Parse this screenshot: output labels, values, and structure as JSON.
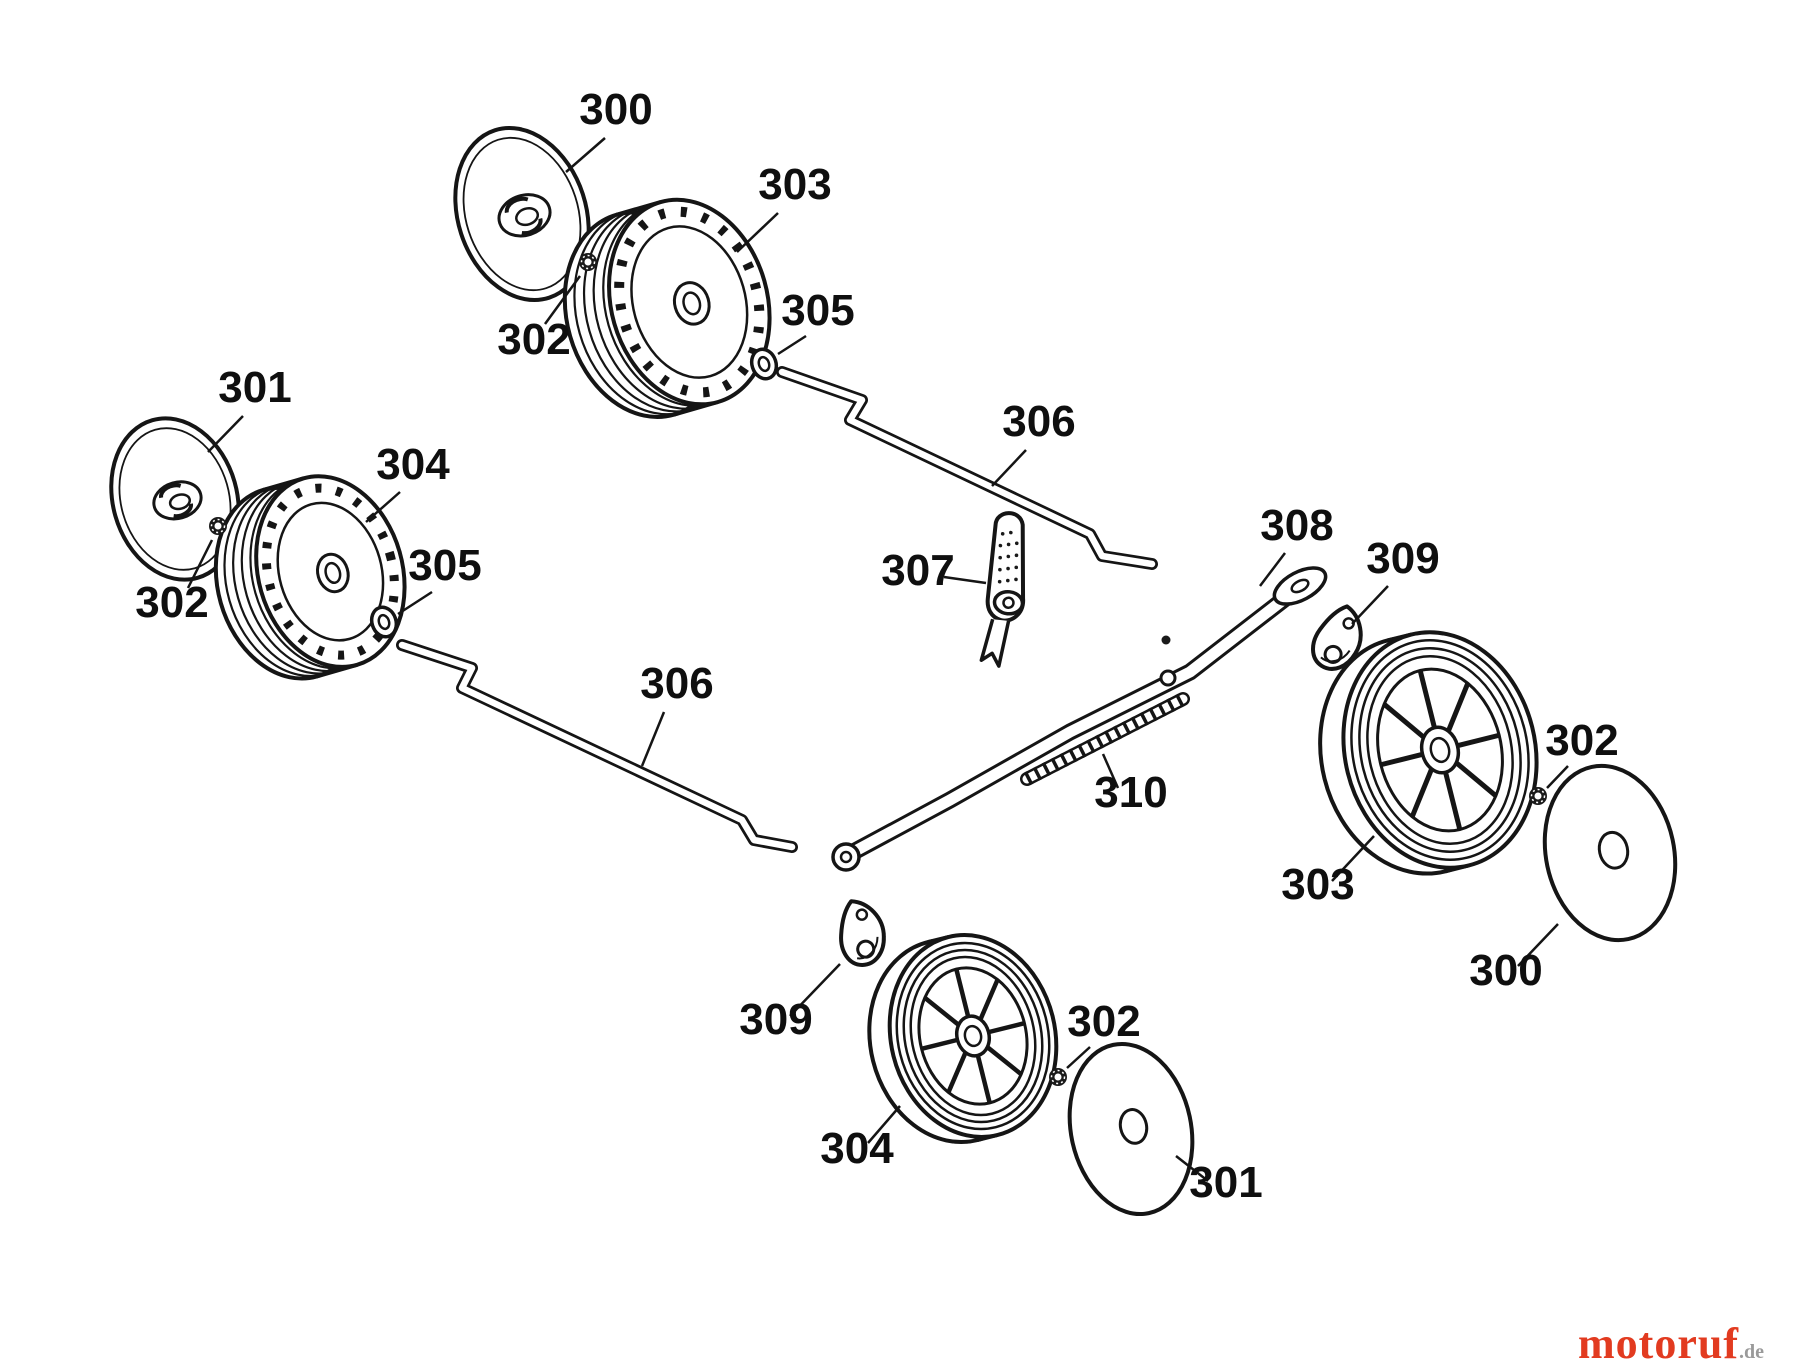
{
  "diagram": {
    "type": "exploded-parts-diagram",
    "background_color": "#ffffff",
    "line_color": "#151515",
    "part_numbers_shown": [
      "300",
      "301",
      "302",
      "303",
      "304",
      "305",
      "306",
      "307",
      "308",
      "309",
      "310"
    ]
  },
  "labels": [
    {
      "text": "300"
    },
    {
      "text": "303"
    },
    {
      "text": "302"
    },
    {
      "text": "305"
    },
    {
      "text": "301"
    },
    {
      "text": "304"
    },
    {
      "text": "306"
    },
    {
      "text": "302"
    },
    {
      "text": "305"
    },
    {
      "text": "307"
    },
    {
      "text": "308"
    },
    {
      "text": "309"
    },
    {
      "text": "306"
    },
    {
      "text": "302"
    },
    {
      "text": "310"
    },
    {
      "text": "303"
    },
    {
      "text": "300"
    },
    {
      "text": "309"
    },
    {
      "text": "302"
    },
    {
      "text": "304"
    },
    {
      "text": "301"
    }
  ],
  "watermark": {
    "brand": "motoruf",
    "suffix": ".de",
    "brand_color": "#e23b20",
    "suffix_color": "#9a9a9a"
  }
}
